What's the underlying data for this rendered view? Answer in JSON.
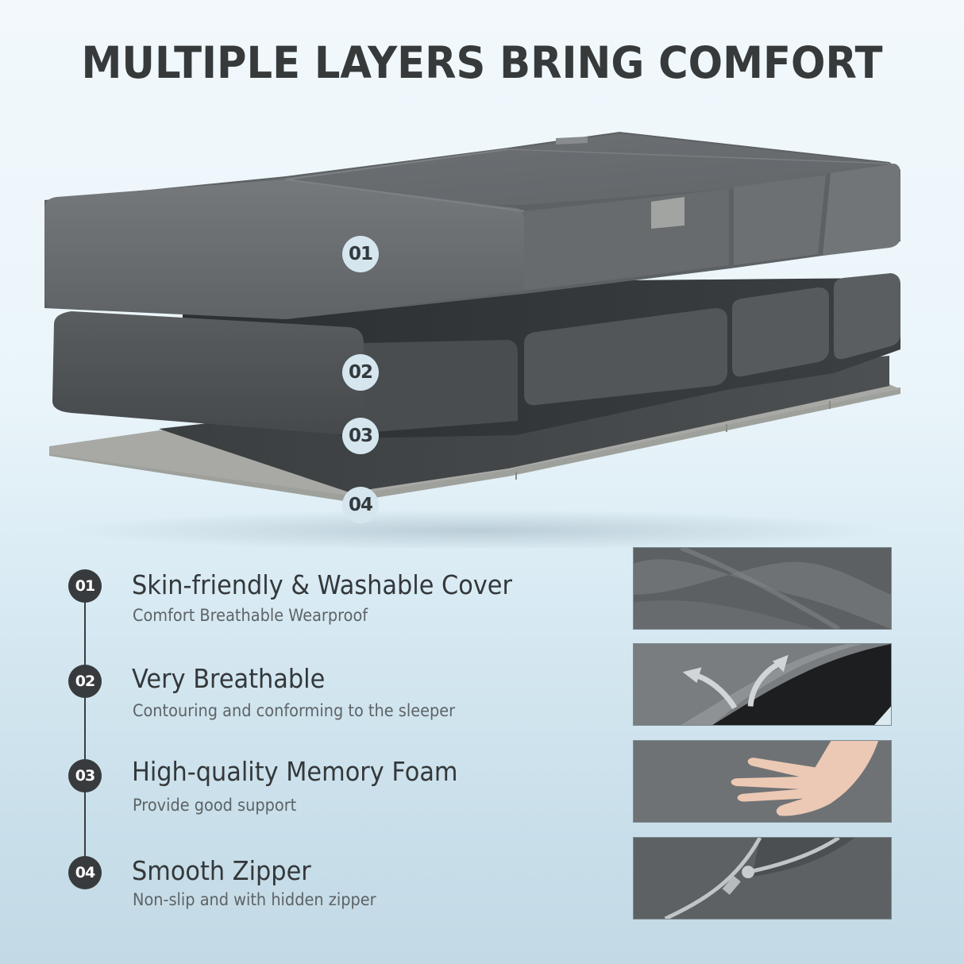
{
  "title": "MULTIPLE LAYERS BRING COMFORT",
  "illustration": {
    "subject": "exploded-view tri-fold mattress",
    "layer_badges": [
      "01",
      "02",
      "03",
      "04"
    ]
  },
  "features": [
    {
      "number": "01",
      "title": "Skin-friendly & Washable Cover",
      "subtitle": "Comfort Breathable Wearproof",
      "photo": "fabric-cover-texture"
    },
    {
      "number": "02",
      "title": "Very Breathable",
      "subtitle": "Contouring and conforming to the sleeper",
      "photo": "foam-airflow-arrows"
    },
    {
      "number": "03",
      "title": "High-quality Memory Foam",
      "subtitle": "Provide good support",
      "photo": "hand-pressing-foam"
    },
    {
      "number": "04",
      "title": "Smooth Zipper",
      "subtitle": "Non-slip and with hidden zipper",
      "photo": "hidden-zipper"
    }
  ],
  "colors": {
    "title": "#363a3b",
    "badge_dark": "#383b3d",
    "badge_light": "#d6e6ef",
    "cover_gray": "#6b6f72",
    "foam_dark": "#3e4244",
    "base_beige": "#a6a7a2",
    "background_top": "#f2f8fc",
    "background_bottom": "#c3d9e5"
  }
}
